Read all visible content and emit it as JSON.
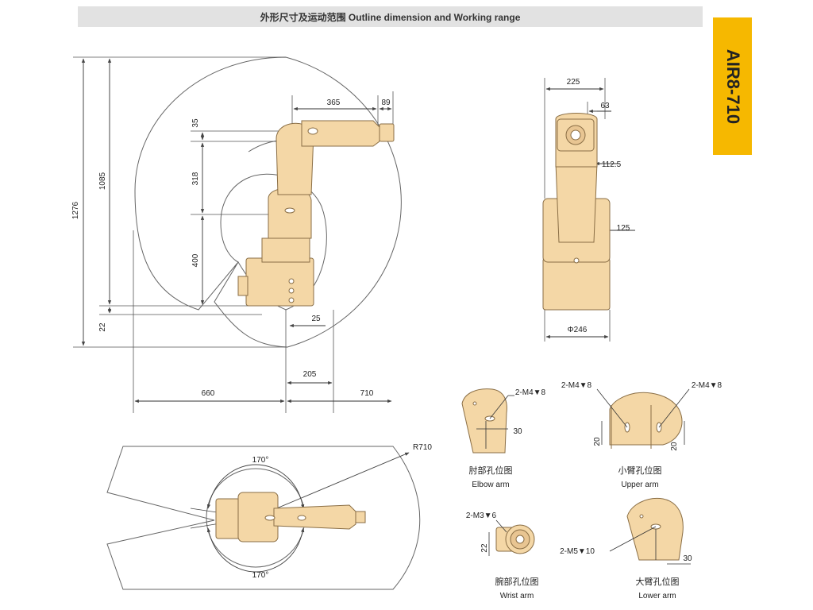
{
  "header": {
    "title": "外形尺寸及运动范围 Outline dimension and Working range"
  },
  "model_tab": {
    "label": "AIR8-710"
  },
  "colors": {
    "robot_body": "#f4d7a6",
    "robot_outline": "#8a6e45",
    "accent_tab": "#f6b800",
    "header_bar": "#e2e2e2",
    "line": "#555555"
  },
  "side_view": {
    "dims": {
      "d1276": "1276",
      "d1085": "1085",
      "d22": "22",
      "d35": "35",
      "d318": "318",
      "d400": "400",
      "d365": "365",
      "d89": "89",
      "d25": "25",
      "d205": "205",
      "d660": "660",
      "d710": "710"
    }
  },
  "front_view": {
    "dims": {
      "d225": "225",
      "d63": "63",
      "d112_5": "112.5",
      "d125": "125",
      "phi246": "Φ246"
    }
  },
  "top_view": {
    "dims": {
      "r710": "R710",
      "ang_top": "170°",
      "ang_bottom": "170°"
    }
  },
  "details": {
    "elbow": {
      "hole": "2-M4▼8",
      "dim": "30",
      "cn": "肘部孔位图",
      "en": "Elbow arm"
    },
    "upper": {
      "hole_left": "2-M4▼8",
      "hole_right": "2-M4▼8",
      "dim_left": "20",
      "dim_right": "20",
      "cn": "小臂孔位图",
      "en": "Upper arm"
    },
    "wrist": {
      "hole": "2-M3▼6",
      "dim": "22",
      "cn": "腕部孔位图",
      "en": "Wrist arm"
    },
    "lower": {
      "hole": "2-M5▼10",
      "dim": "30",
      "cn": "大臂孔位图",
      "en": "Lower arm"
    }
  }
}
